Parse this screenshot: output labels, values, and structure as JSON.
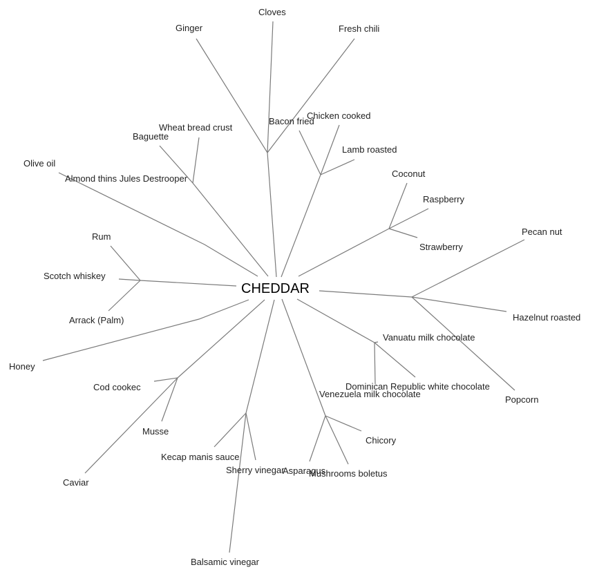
{
  "root": "CHEDDAR",
  "clusters": {
    "spice": [
      "Ginger",
      "Cloves",
      "Fresh chili"
    ],
    "meat": [
      "Bacon fried",
      "Chicken cooked",
      "Lamb roasted"
    ],
    "fruit": [
      "Coconut",
      "Raspberry",
      "Strawberry"
    ],
    "nut": [
      "Pecan nut",
      "Hazelnut roasted",
      "Popcorn"
    ],
    "chocolate": [
      "Vanuatu milk chocolate",
      "Dominican Republic white chocolate",
      "Venezuela milk chocolate"
    ],
    "vegetable": [
      "Chicory",
      "Asparagus",
      "Mushrooms boletus"
    ],
    "sauce": [
      "Kecap manis sauce",
      "Sherry vinegar",
      "Balsamic vinegar"
    ],
    "seafood": [
      "Cod cookec",
      "Musse",
      "Caviar"
    ],
    "sweet": [
      "Honey"
    ],
    "spirits": [
      "Rum",
      "Scotch whiskey",
      "Arrack (Palm)"
    ],
    "oil": [
      "Olive oil"
    ],
    "bread": [
      "Baguette",
      "Wheat bread crust",
      "Almond thins Jules Destrooper"
    ]
  }
}
